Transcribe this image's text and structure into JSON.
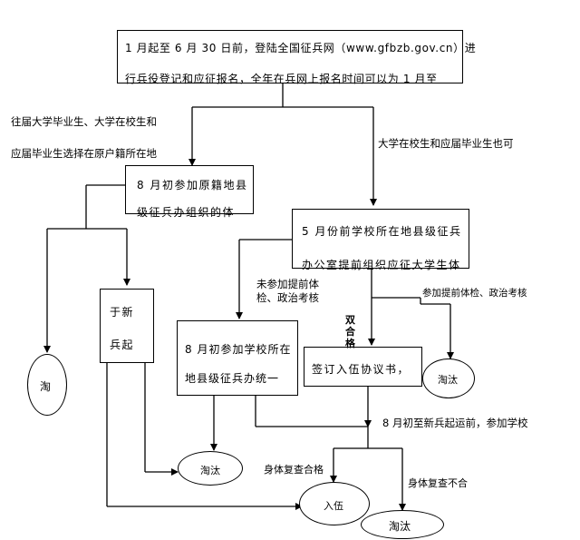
{
  "boxes": {
    "top_line1": "1 月起至 6 月 30 日前，登陆全国征兵网（www.gfbzb.gov.cn）进",
    "top_line2_partial": "行兵役登记和应征报名，全年在兵网上报名时间可以为 1 月至",
    "county_line1": "8  月初参加原籍地县",
    "county_line2_partial": "级征兵办组织的体",
    "school_county_line1": "5  月份前学校所在地县级征兵",
    "school_county_line2_partial": "办公室提前组织应征大学生体",
    "yu_xin_bing_qi_line1": "于新",
    "yu_xin_bing_qi_line2": "兵起",
    "aug_school_line1": "8 月初参加学校所在",
    "aug_school_line2": "地县级征兵办统一",
    "sign_agreement": "签订入伍协议书，"
  },
  "labels": {
    "graduates_line1": "往届大学毕业生、大学在校生和",
    "graduates_line2": "应届毕业生选择在原户籍所在地",
    "in_school_can": "大学在校生和应届毕业生也可",
    "not_attend_line1": "未参加提前体",
    "not_attend_line2": "检、政治考核",
    "attend_partial": "参加提前体检、政治考核",
    "double_qualified_1": "双",
    "double_qualified_2": "合",
    "double_qualified_3": "格",
    "aug_before_departure": "8 月初至新兵起运前，参加学校",
    "recheck_pass": "身体复查合格",
    "recheck_fail": "身体复查不合"
  },
  "ellipses": {
    "eliminate_left": "淘",
    "eliminate_right": "淘汰",
    "eliminate_mid": "淘汰",
    "enlist": "入伍",
    "eliminate_bottom": "淘汰"
  },
  "colors": {
    "line": "#000000",
    "background": "#ffffff"
  }
}
